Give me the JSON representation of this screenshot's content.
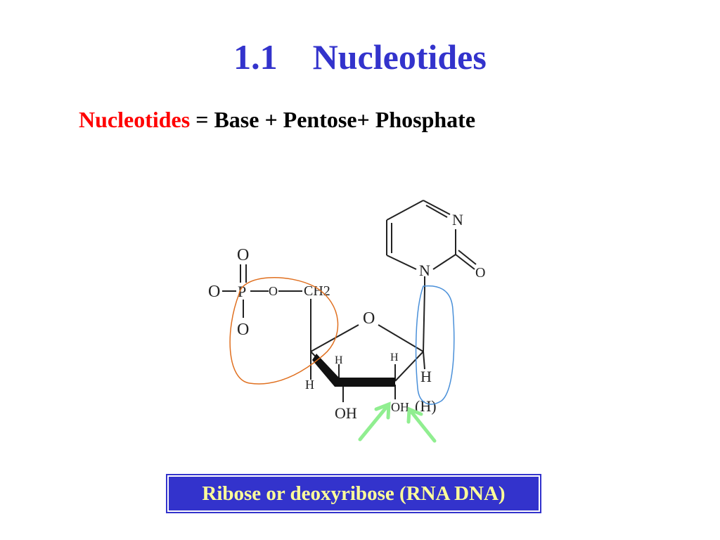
{
  "slide": {
    "title": "1.1    Nucleotides",
    "subtitle_highlight": "Nucleotides",
    "subtitle_rest": " = Base + Pentose+ Phosphate",
    "caption": "Ribose or deoxyribose (RNA DNA)"
  },
  "structure": {
    "phosphate_labels": [
      "O",
      "O",
      "P",
      "O",
      "O"
    ],
    "sugar_labels": [
      "CH2",
      "O",
      "H",
      "H",
      "H",
      "H",
      "OH",
      "OH",
      "(H)"
    ],
    "base_labels": [
      "N",
      "N",
      "O"
    ]
  },
  "colors": {
    "title": "#3333cc",
    "highlight": "#ff0000",
    "caption_bg": "#3333cc",
    "caption_text": "#ffff99",
    "phosphate_circle": "#e07020",
    "base_link_circle": "#4a90d9",
    "arrow": "#90ee90"
  }
}
